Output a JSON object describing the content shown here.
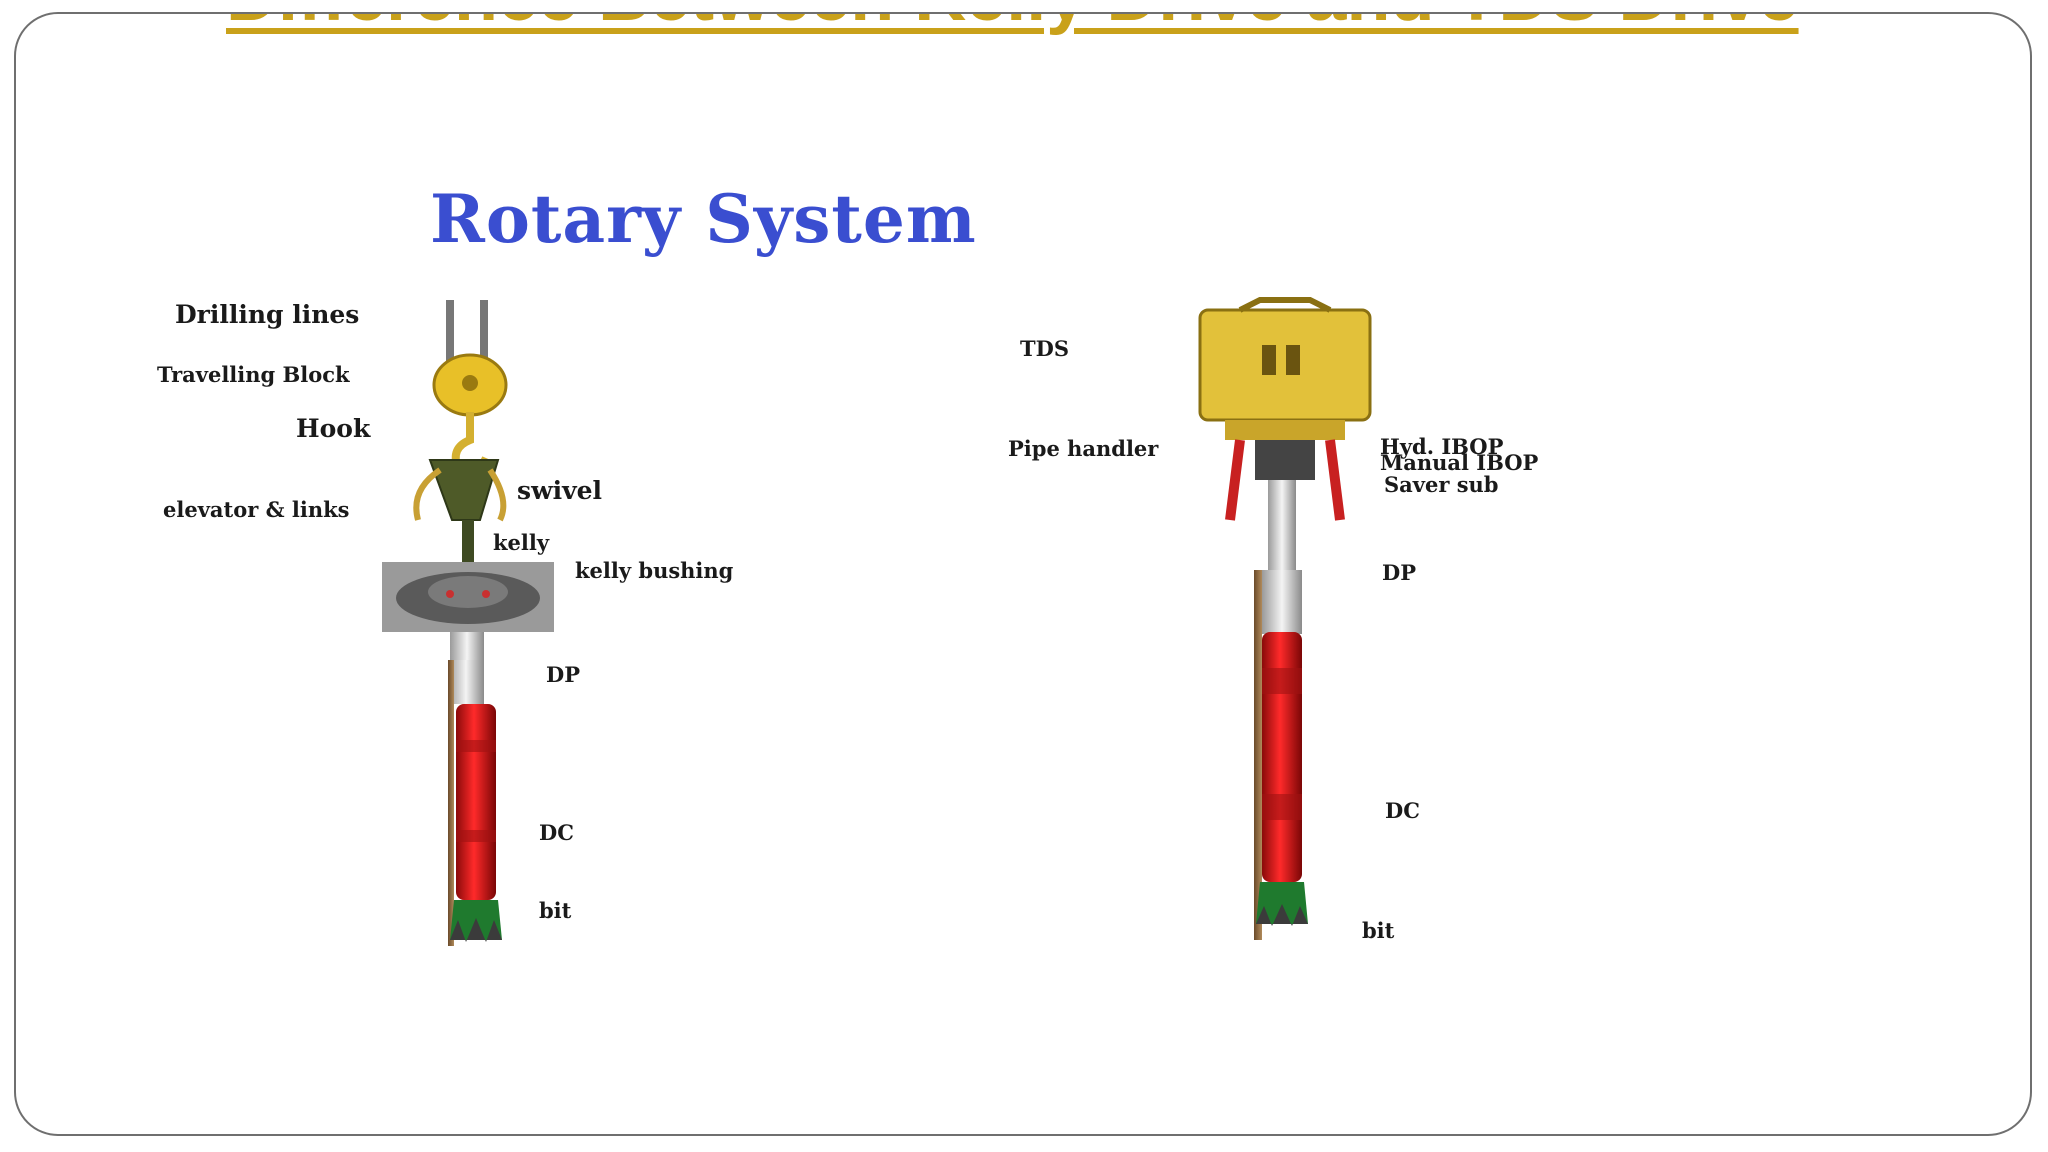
{
  "slide": {
    "title": "Difference Between  Kelly Drive  and TDS Drive",
    "diagram_title": "Rotary System"
  },
  "kelly_labels": {
    "drilling_lines": "Drilling lines",
    "travelling_block": "Travelling Block",
    "hook": "Hook",
    "swivel": "swivel",
    "elevator_links": "elevator & links",
    "kelly": "kelly",
    "kelly_bushing": "kelly bushing",
    "dp": "DP",
    "dc": "DC",
    "bit": "bit"
  },
  "tds_labels": {
    "tds": "TDS",
    "pipe_handler": "Pipe handler",
    "hyd_ibop": "Hyd. IBOP",
    "manual_ibop": "Manual IBOP",
    "saver_sub": "Saver sub",
    "dp": "DP",
    "dc": "DC",
    "bit": "bit"
  },
  "colors": {
    "title": "#c9a11a",
    "diagram_title": "#3a4ed0",
    "collar": "#e01818",
    "bit": "#1f7a2e",
    "top_drive": "#e2c13a"
  }
}
